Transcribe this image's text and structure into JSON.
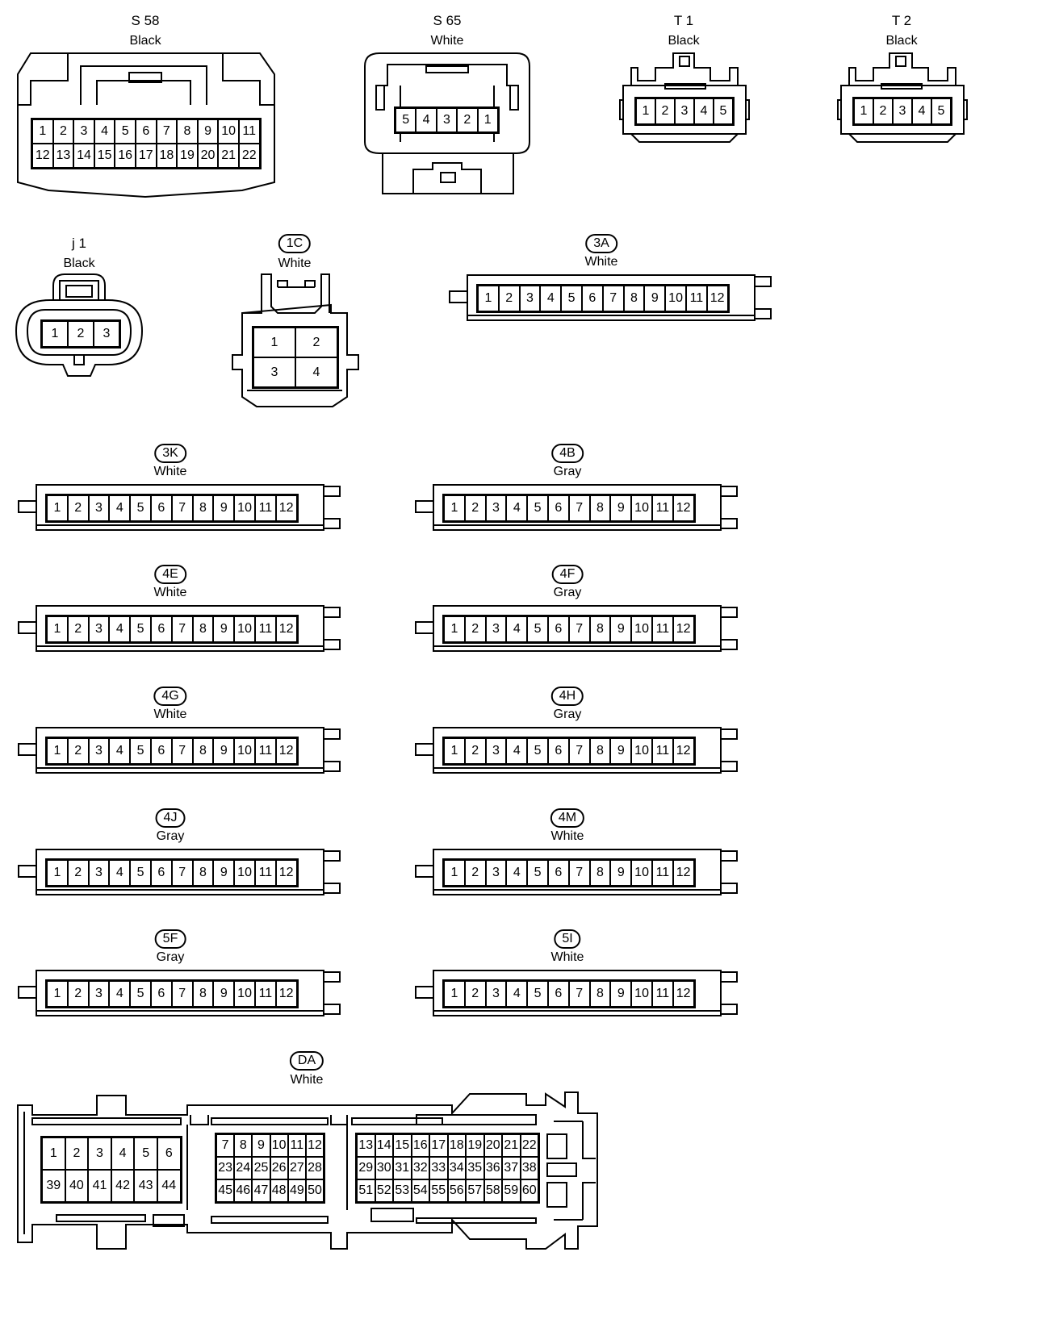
{
  "connectors": [
    {
      "key": "s58",
      "id": "S 58",
      "color": "Black",
      "pill": false,
      "pins_row1": [
        "1",
        "2",
        "3",
        "4",
        "5",
        "6",
        "7",
        "8",
        "9",
        "10",
        "11"
      ],
      "pins_row2": [
        "12",
        "13",
        "14",
        "15",
        "16",
        "17",
        "18",
        "19",
        "20",
        "21",
        "22"
      ]
    },
    {
      "key": "s65",
      "id": "S 65",
      "color": "White",
      "pill": false,
      "pins_row1": [
        "5",
        "4",
        "3",
        "2",
        "1"
      ]
    },
    {
      "key": "t1",
      "id": "T 1",
      "color": "Black",
      "pill": false,
      "pins_row1": [
        "1",
        "2",
        "3",
        "4",
        "5"
      ]
    },
    {
      "key": "t2",
      "id": "T 2",
      "color": "Black",
      "pill": false,
      "pins_row1": [
        "1",
        "2",
        "3",
        "4",
        "5"
      ]
    },
    {
      "key": "j1",
      "id": "j 1",
      "color": "Black",
      "pill": false,
      "pins_row1": [
        "1",
        "2",
        "3"
      ]
    },
    {
      "key": "c1c",
      "id": "1C",
      "color": "White",
      "pill": true,
      "pins_row1": [
        "1",
        "2"
      ],
      "pins_row2": [
        "3",
        "4"
      ]
    },
    {
      "key": "c3a",
      "id": "3A",
      "color": "White",
      "pill": true,
      "pins_row1": [
        "1",
        "2",
        "3",
        "4",
        "5",
        "6",
        "7",
        "8",
        "9",
        "10",
        "11",
        "12"
      ]
    },
    {
      "key": "c3k",
      "id": "3K",
      "color": "White",
      "pill": true,
      "pins_row1": [
        "1",
        "2",
        "3",
        "4",
        "5",
        "6",
        "7",
        "8",
        "9",
        "10",
        "11",
        "12"
      ]
    },
    {
      "key": "c4b",
      "id": "4B",
      "color": "Gray",
      "pill": true,
      "pins_row1": [
        "1",
        "2",
        "3",
        "4",
        "5",
        "6",
        "7",
        "8",
        "9",
        "10",
        "11",
        "12"
      ]
    },
    {
      "key": "c4e",
      "id": "4E",
      "color": "White",
      "pill": true,
      "pins_row1": [
        "1",
        "2",
        "3",
        "4",
        "5",
        "6",
        "7",
        "8",
        "9",
        "10",
        "11",
        "12"
      ]
    },
    {
      "key": "c4f",
      "id": "4F",
      "color": "Gray",
      "pill": true,
      "pins_row1": [
        "1",
        "2",
        "3",
        "4",
        "5",
        "6",
        "7",
        "8",
        "9",
        "10",
        "11",
        "12"
      ]
    },
    {
      "key": "c4g",
      "id": "4G",
      "color": "White",
      "pill": true,
      "pins_row1": [
        "1",
        "2",
        "3",
        "4",
        "5",
        "6",
        "7",
        "8",
        "9",
        "10",
        "11",
        "12"
      ]
    },
    {
      "key": "c4h",
      "id": "4H",
      "color": "Gray",
      "pill": true,
      "pins_row1": [
        "1",
        "2",
        "3",
        "4",
        "5",
        "6",
        "7",
        "8",
        "9",
        "10",
        "11",
        "12"
      ]
    },
    {
      "key": "c4j",
      "id": "4J",
      "color": "Gray",
      "pill": true,
      "pins_row1": [
        "1",
        "2",
        "3",
        "4",
        "5",
        "6",
        "7",
        "8",
        "9",
        "10",
        "11",
        "12"
      ]
    },
    {
      "key": "c4m",
      "id": "4M",
      "color": "White",
      "pill": true,
      "pins_row1": [
        "1",
        "2",
        "3",
        "4",
        "5",
        "6",
        "7",
        "8",
        "9",
        "10",
        "11",
        "12"
      ]
    },
    {
      "key": "c5f",
      "id": "5F",
      "color": "Gray",
      "pill": true,
      "pins_row1": [
        "1",
        "2",
        "3",
        "4",
        "5",
        "6",
        "7",
        "8",
        "9",
        "10",
        "11",
        "12"
      ]
    },
    {
      "key": "c5i",
      "id": "5I",
      "color": "White",
      "pill": true,
      "pins_row1": [
        "1",
        "2",
        "3",
        "4",
        "5",
        "6",
        "7",
        "8",
        "9",
        "10",
        "11",
        "12"
      ]
    },
    {
      "key": "da",
      "id": "DA",
      "color": "White",
      "pill": true,
      "block1_row1": [
        "1",
        "2",
        "3",
        "4",
        "5",
        "6"
      ],
      "block1_row2": [
        "39",
        "40",
        "41",
        "42",
        "43",
        "44"
      ],
      "block2_row1": [
        "7",
        "8",
        "9",
        "10",
        "11",
        "12"
      ],
      "block2_row2": [
        "23",
        "24",
        "25",
        "26",
        "27",
        "28"
      ],
      "block2_row3": [
        "45",
        "46",
        "47",
        "48",
        "49",
        "50"
      ],
      "block3_row1": [
        "13",
        "14",
        "15",
        "16",
        "17",
        "18",
        "19",
        "20",
        "21",
        "22"
      ],
      "block3_row2": [
        "29",
        "30",
        "31",
        "32",
        "33",
        "34",
        "35",
        "36",
        "37",
        "38"
      ],
      "block3_row3": [
        "51",
        "52",
        "53",
        "54",
        "55",
        "56",
        "57",
        "58",
        "59",
        "60"
      ]
    }
  ]
}
